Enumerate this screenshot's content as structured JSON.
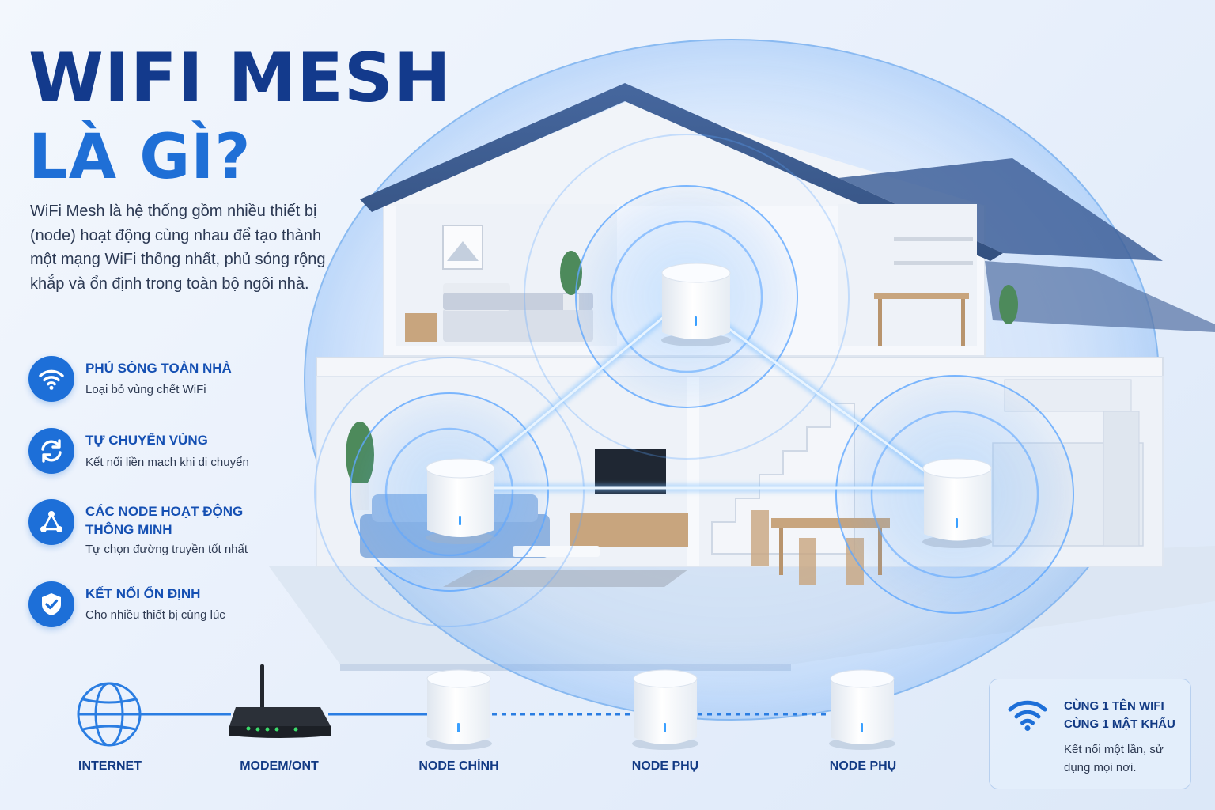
{
  "header": {
    "title_line1": "WIFI MESH",
    "title_line2": "LÀ GÌ?",
    "description": "WiFi Mesh là hệ thống gồm nhiều thiết bị (node) hoạt động cùng nhau để tạo thành một mạng WiFi thống nhất, phủ sóng rộng khắp và ổn định trong toàn bộ ngôi nhà."
  },
  "features": [
    {
      "title": "PHỦ SÓNG TOÀN NHÀ",
      "subtitle": "Loại bỏ vùng chết WiFi",
      "icon": "wifi-icon"
    },
    {
      "title": "TỰ CHUYỂN VÙNG",
      "subtitle": "Kết nối liền mạch khi di chuyển",
      "icon": "refresh-icon"
    },
    {
      "title": "CÁC NODE HOẠT ĐỘNG THÔNG MINH",
      "subtitle": "Tự chọn đường truyền tốt nhất",
      "icon": "network-triangle-icon"
    },
    {
      "title": "KẾT NỐI ỔN ĐỊNH",
      "subtitle": "Cho nhiều thiết bị cùng lúc",
      "icon": "shield-check-icon"
    }
  ],
  "chain": {
    "internet": "INTERNET",
    "modem": "MODEM/ONT",
    "main_node": "NODE CHÍNH",
    "sub_node_1": "NODE PHỤ",
    "sub_node_2": "NODE PHỤ"
  },
  "info_card": {
    "title": "CÙNG 1 TÊN WIFI CÙNG 1 MẬT KHẨU",
    "subtitle": "Kết nối một lần, sử dụng mọi nơi.",
    "icon": "wifi-icon"
  },
  "colors": {
    "title_dark": "#133a8c",
    "title_accent": "#1f6fd6",
    "icon_bg": "#1d6fd8",
    "roof": "#3b5a8f",
    "signal": "#4aa3ff"
  }
}
